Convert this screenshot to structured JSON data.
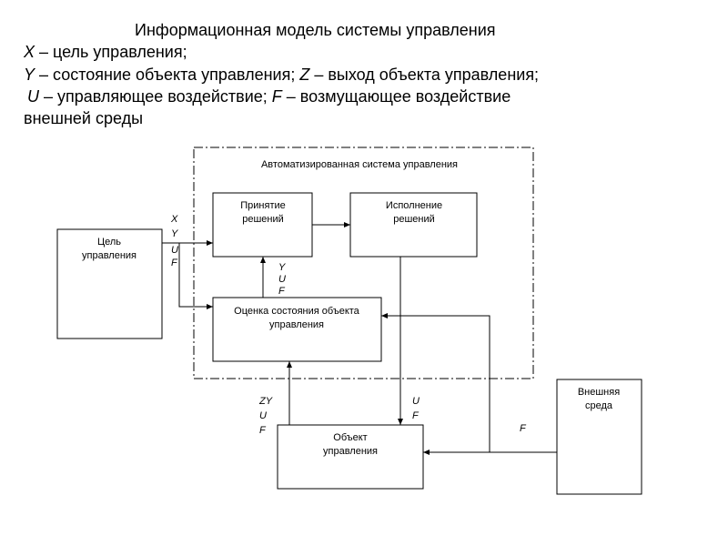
{
  "heading": {
    "title": "Информационная модель системы управления",
    "line1_var": "X",
    "line1_text": " – цель управления;",
    "line2_var1": "Y",
    "line2_text1": " – состояние объекта управления; ",
    "line2_var2": "Z",
    "line2_text2": "  – выход объекта управления;",
    "line3_var1": "U",
    "line3_text1": " – управляющее воздействие; ",
    "line3_var2": "F",
    "line3_text2": " – возмущающее воздействие",
    "line4_text": "внешней среды"
  },
  "diagram": {
    "asu_label": "Автоматизированная система управления",
    "blocks": {
      "goal": [
        "Цель",
        "управления"
      ],
      "decision": [
        "Принятие",
        "решений"
      ],
      "execution": [
        "Исполнение",
        "решений"
      ],
      "assessment": [
        "Оценка состояния объекта",
        "управления"
      ],
      "object": [
        "Объект",
        "управления"
      ],
      "environment": [
        "Внешняя",
        "среда"
      ]
    },
    "signal_labels": {
      "goal_out": [
        "X",
        "Y",
        "U",
        "F"
      ],
      "assess_out": [
        "Y",
        "U",
        "F"
      ],
      "object_out": [
        "ZY",
        "U",
        "F"
      ],
      "exec_out": [
        "U",
        "F"
      ],
      "env_out": [
        "F"
      ]
    }
  }
}
